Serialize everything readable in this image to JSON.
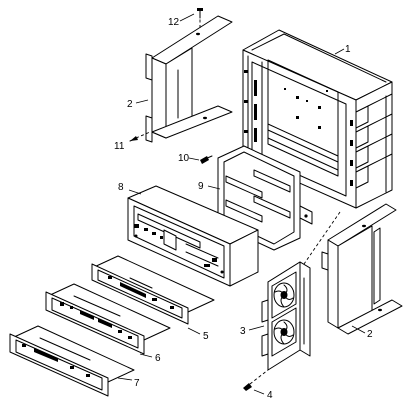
{
  "figure": {
    "callouts": [
      {
        "id": "part-1-enclosure",
        "label": "1"
      },
      {
        "id": "part-2-side-bracket-left",
        "label": "2"
      },
      {
        "id": "part-2-side-bracket-right",
        "label": "2"
      },
      {
        "id": "part-3-fan-assembly",
        "label": "3"
      },
      {
        "id": "part-4-fan-screw",
        "label": "4"
      },
      {
        "id": "part-5-drive-bezel",
        "label": "5"
      },
      {
        "id": "part-6-drive-bezel",
        "label": "6"
      },
      {
        "id": "part-7-drive-bezel",
        "label": "7"
      },
      {
        "id": "part-8-drive-unit",
        "label": "8"
      },
      {
        "id": "part-9-backplane-bracket",
        "label": "9"
      },
      {
        "id": "part-10-bracket-screw",
        "label": "10"
      },
      {
        "id": "part-11-screw",
        "label": "11"
      },
      {
        "id": "part-12-screw",
        "label": "12"
      }
    ]
  }
}
